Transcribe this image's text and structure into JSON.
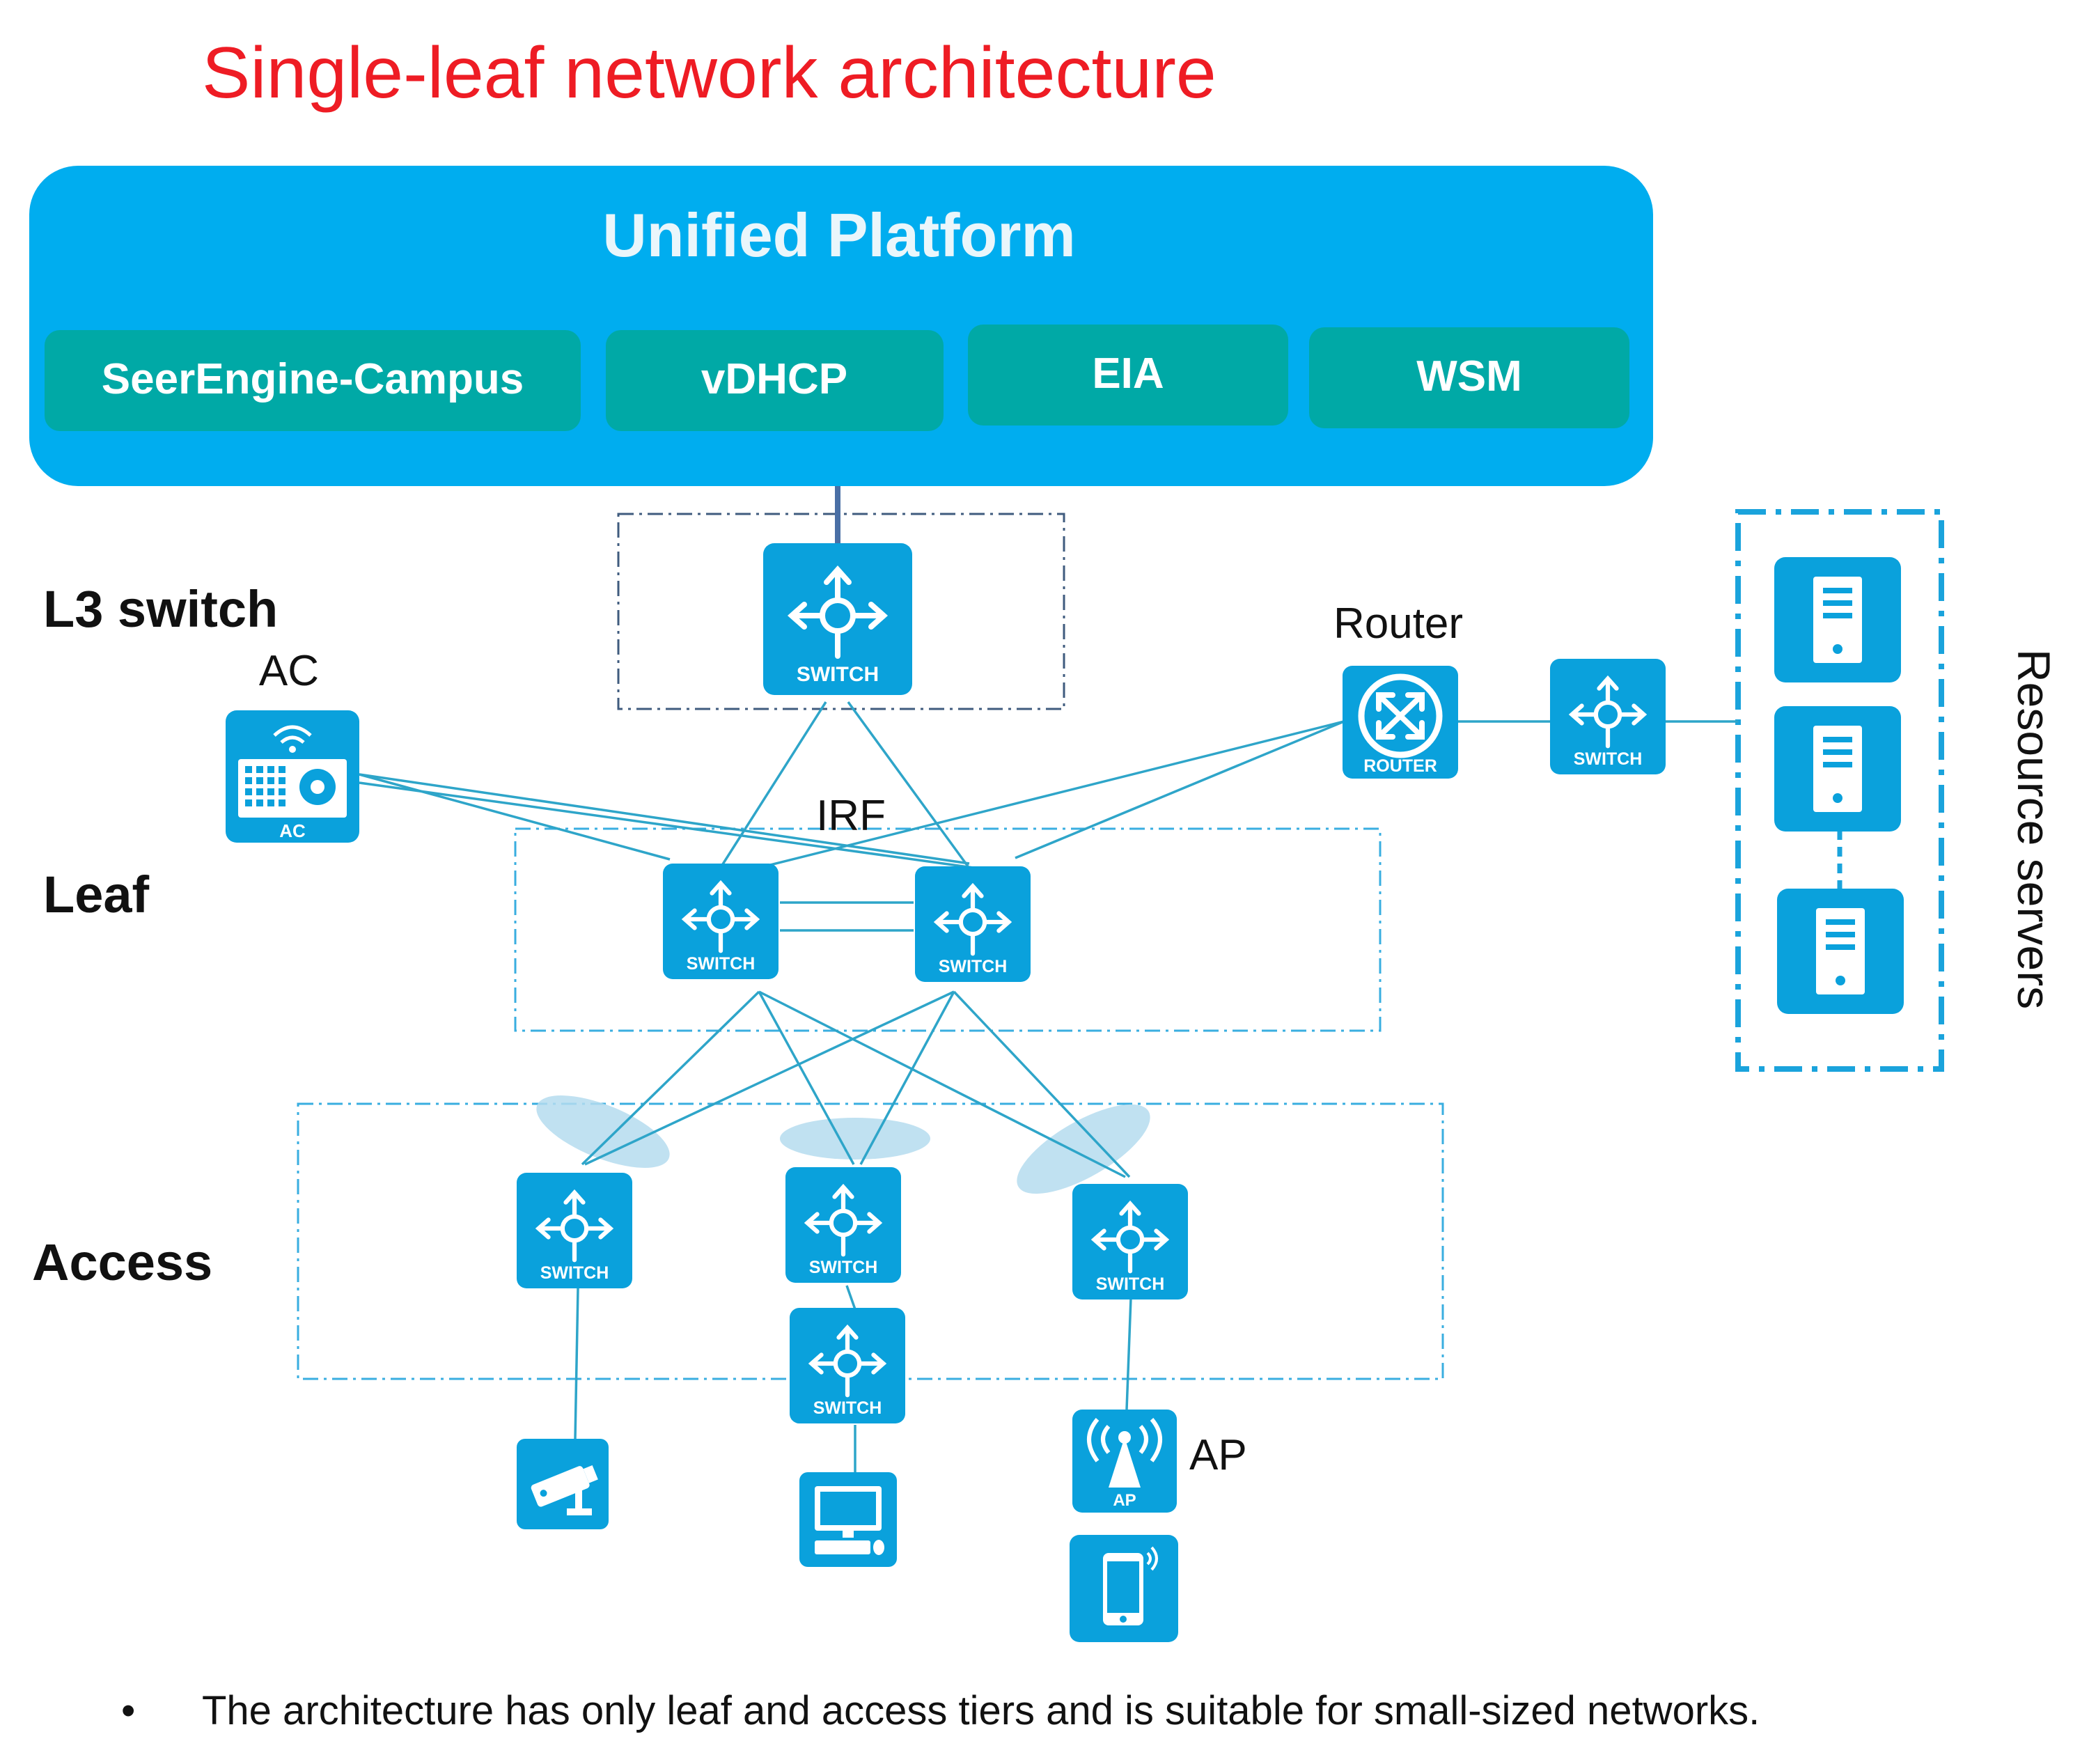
{
  "title": "Single-leaf network architecture",
  "platform": {
    "title": "Unified Platform",
    "modules": [
      "SeerEngine-Campus",
      "vDHCP",
      "EIA",
      "WSM"
    ]
  },
  "tiers": {
    "l3": "L3 switch",
    "leaf": "Leaf",
    "access": "Access"
  },
  "labels": {
    "ac": "AC",
    "router": "Router",
    "irf": "IRF",
    "ap": "AP",
    "resource_servers": "Resource servers"
  },
  "icon_captions": {
    "switch": "SWITCH",
    "router": "ROUTER",
    "ac": "AC",
    "ap": "AP"
  },
  "note": {
    "bullet": "•",
    "text": "The architecture has only leaf and access tiers and is suitable for small-sized networks."
  },
  "colors": {
    "platform": "#00adef",
    "module": "#00a9a6",
    "icon": "#0aa1dc",
    "link": "#2ea5c9",
    "title": "#ee1c24"
  },
  "icons": {
    "switch": "switch-icon",
    "router": "router-icon",
    "ac": "access-controller-icon",
    "ap": "access-point-icon",
    "server": "server-icon",
    "camera": "camera-icon",
    "pc": "pc-icon",
    "phone": "phone-icon"
  }
}
